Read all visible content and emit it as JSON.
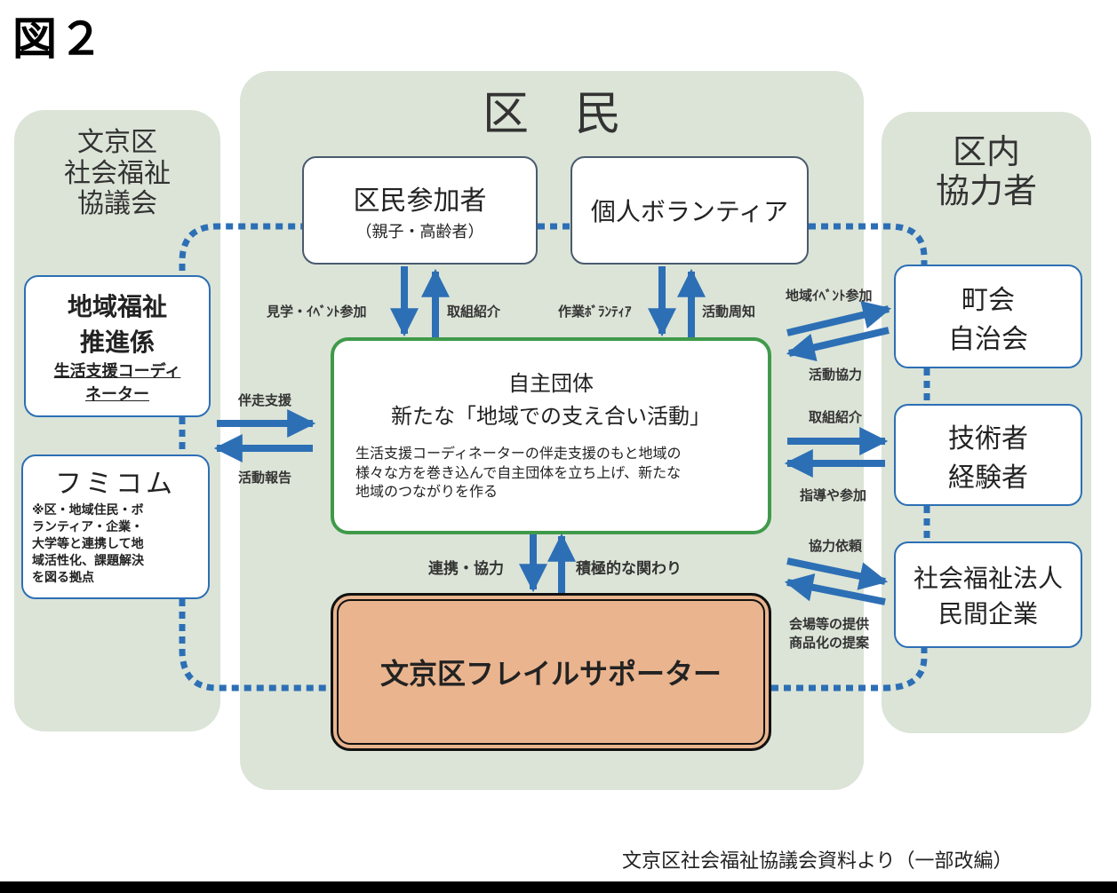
{
  "figure": {
    "title": "図２"
  },
  "panels": {
    "left": {
      "line1": "文京区",
      "line2": "社会福祉",
      "line3": "協議会"
    },
    "center": {
      "title": "区　民"
    },
    "right": {
      "line1": "区内",
      "line2": "協力者"
    }
  },
  "boxes": {
    "participants": {
      "title": "区民参加者",
      "sub": "（親子・高齢者）"
    },
    "volunteer": {
      "title": "個人ボランティア"
    },
    "chiiki": {
      "line1": "地域福祉",
      "line2": "推進係",
      "sub1": "生活支援コーディ",
      "sub2": "ネーター"
    },
    "fumicom": {
      "title": "フミコム",
      "desc1": "※区・地域住民・ボ",
      "desc2": "ランティア・企業・",
      "desc3": "大学等と連携して地",
      "desc4": "域活性化、課題解決",
      "desc5": "を図る拠点"
    },
    "center": {
      "title1": "自主団体",
      "title2": "新たな「地域での支え合い活動」",
      "desc1": "生活支援コーディネーターの伴走支援のもと地域の",
      "desc2": "様々な方を巻き込んで自主団体を立ち上げ、新たな",
      "desc3": "地域のつながりを作る"
    },
    "chonai": {
      "line1": "町会",
      "line2": "自治会"
    },
    "gijutsu": {
      "line1": "技術者",
      "line2": "経験者"
    },
    "hojin": {
      "line1": "社会福祉法人",
      "line2": "民間企業"
    },
    "frail": {
      "title": "文京区フレイルサポーター"
    }
  },
  "arrow_labels": {
    "kengaku": "見学・ｲﾍﾞﾝﾄ参加",
    "torikumi1": "取組紹介",
    "sagyo": "作業ﾎﾞﾗﾝﾃｨｱ",
    "katsudo_shuchi": "活動周知",
    "bansou": "伴走支援",
    "katsudo_hokoku": "活動報告",
    "chiiki_event": "地域ｲﾍﾞﾝﾄ参加",
    "katsudo_kyoryoku": "活動協力",
    "torikumi2": "取組紹介",
    "shido": "指導や参加",
    "renkei": "連携・協力",
    "sekkyoku": "積極的な関わり",
    "kyoryoku_irai": "協力依頼",
    "kaijo1": "会場等の提供",
    "kaijo2": "商品化の提案"
  },
  "source": "文京区社会福祉協議会資料より（一部改編）",
  "colors": {
    "panel": "#dbe4d7",
    "arrow": "#2d6fb5",
    "frail_fill": "#e9b48e",
    "center_border": "#3f9a4a"
  }
}
